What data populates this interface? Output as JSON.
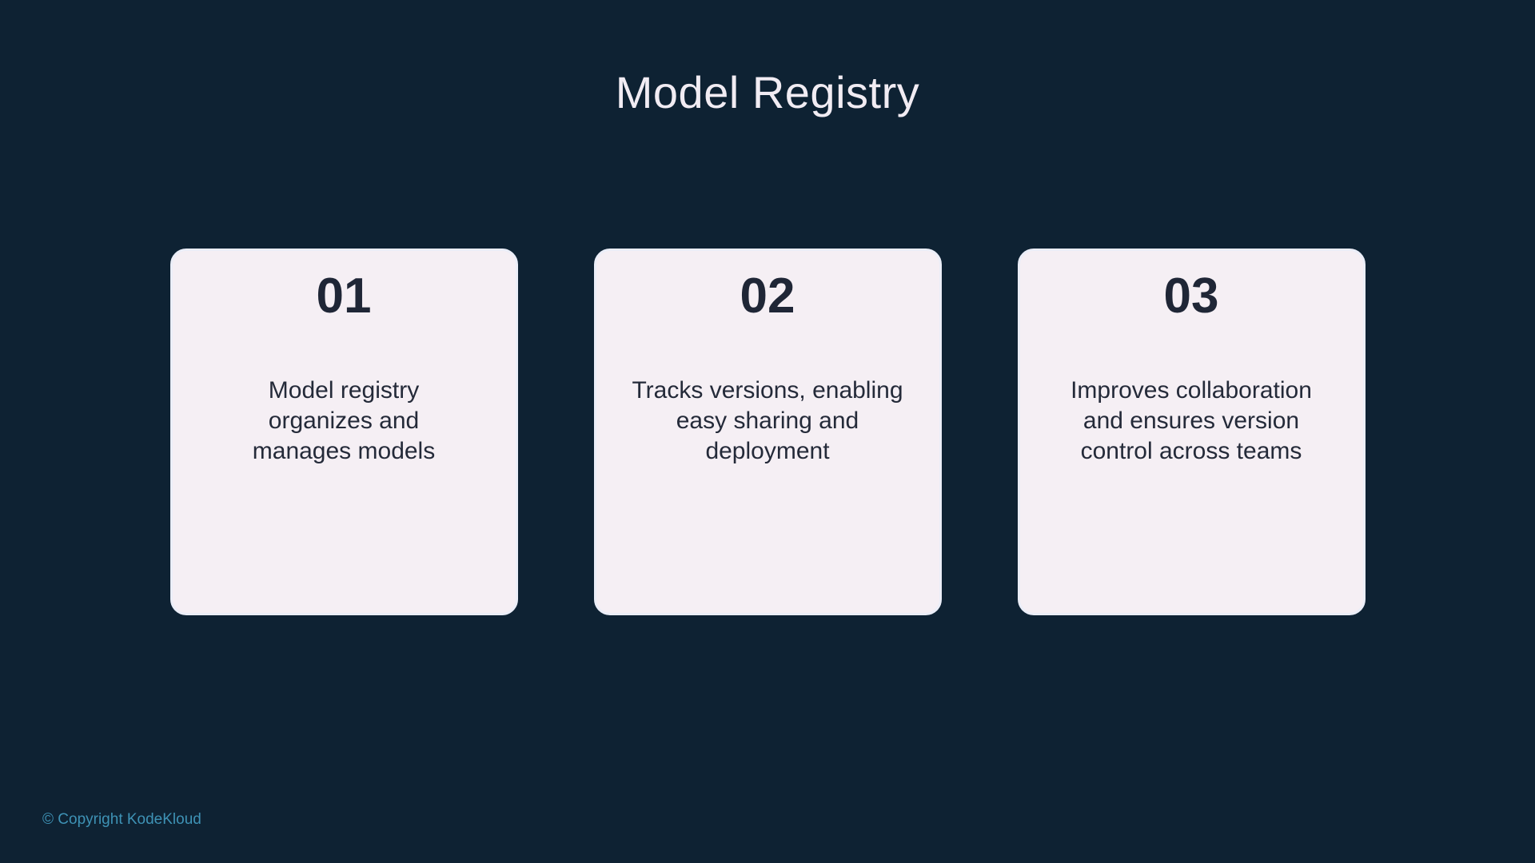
{
  "slide": {
    "title": "Model Registry",
    "cards": [
      {
        "number": "01",
        "description": "Model registry\norganizes and\nmanages models"
      },
      {
        "number": "02",
        "description": "Tracks versions, enabling\neasy sharing and\ndeployment"
      },
      {
        "number": "03",
        "description": "Improves collaboration\nand ensures version\ncontrol across teams"
      }
    ],
    "copyright": "© Copyright KodeKloud",
    "colors": {
      "background": "#0E2233",
      "card_background": "#F5EFF4",
      "card_border": "#EBEEF8",
      "title_text": "#F1ECF3",
      "number_text": "#1F2636",
      "card_text": "#242A39",
      "copyright_text": "#3E92B5"
    }
  }
}
